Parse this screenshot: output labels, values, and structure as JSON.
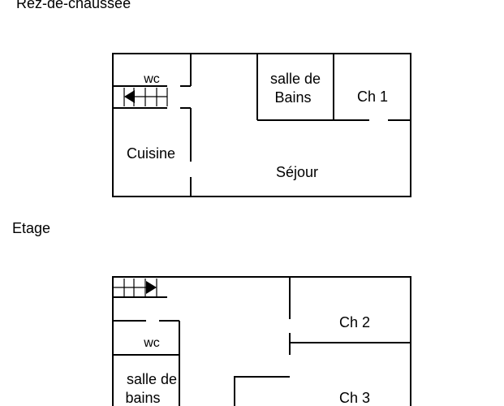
{
  "sections": {
    "ground": "Rez-de-chaussée",
    "upper": "Etage"
  },
  "ground_floor": {
    "wc": "wc",
    "bathroom_line1": "salle de",
    "bathroom_line2": "Bains",
    "bedroom1": "Ch 1",
    "kitchen": "Cuisine",
    "living": "Séjour"
  },
  "upper_floor": {
    "bedroom2": "Ch 2",
    "wc": "wc",
    "bathroom_line1": "salle de",
    "bathroom_line2": "bains",
    "bedroom3": "Ch 3"
  }
}
